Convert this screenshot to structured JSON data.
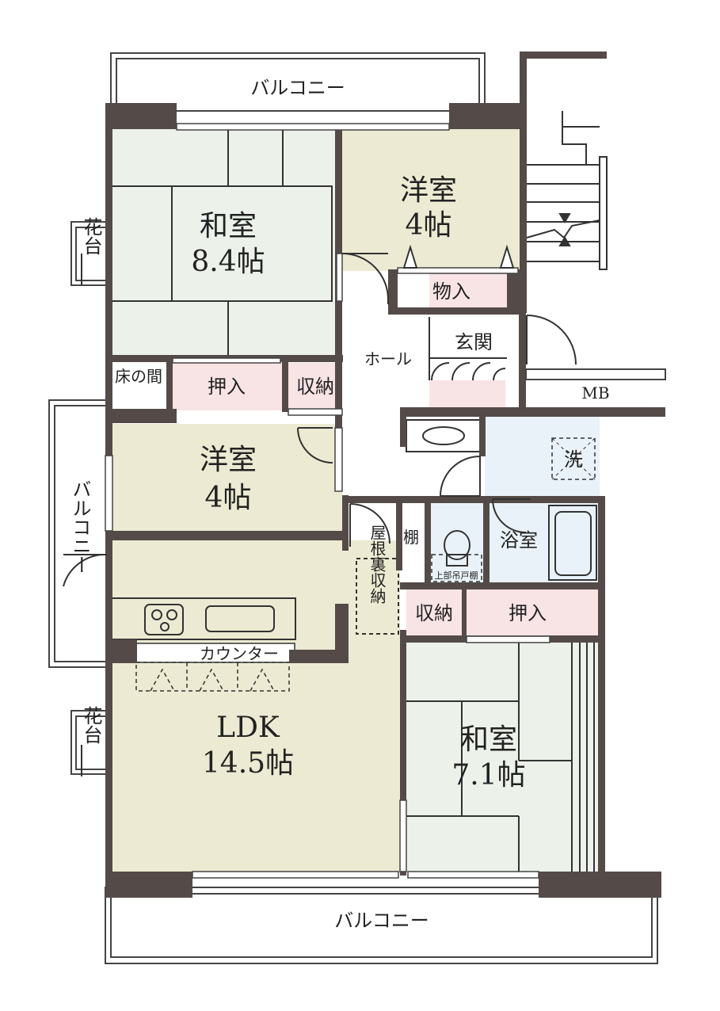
{
  "colors": {
    "wall": "#544b48",
    "tatami": "#ecf2ea",
    "western": "#ecead2",
    "storage": "#f8e3e5",
    "wet": "#e9f2f9",
    "white": "#ffffff"
  },
  "labels": {
    "balcony_top": "バルコニー",
    "balcony_bottom": "バルコニー",
    "balcony_left": "バルコニー",
    "washitsu1_name": "和室",
    "washitsu1_size": "8.4帖",
    "youshitsu1_name": "洋室",
    "youshitsu1_size": "4帖",
    "monoire": "物入",
    "genkan": "玄関",
    "hall": "ホール",
    "mb": "MB",
    "tokonoma": "床の間",
    "oshiire1": "押入",
    "shuno1": "収納",
    "youshitsu2_name": "洋室",
    "youshitsu2_size": "4帖",
    "sen": "洗",
    "tana": "棚",
    "bath": "浴室",
    "upper_shelf": "上部吊戸棚",
    "yaneura": "屋根裏収納",
    "shuno2": "収納",
    "oshiire2": "押入",
    "counter": "カウンター",
    "ldk_name": "LDK",
    "ldk_size": "14.5帖",
    "washitsu2_name": "和室",
    "washitsu2_size": "7.1帖",
    "hanadai1": "花台",
    "hanadai2": "花台"
  }
}
